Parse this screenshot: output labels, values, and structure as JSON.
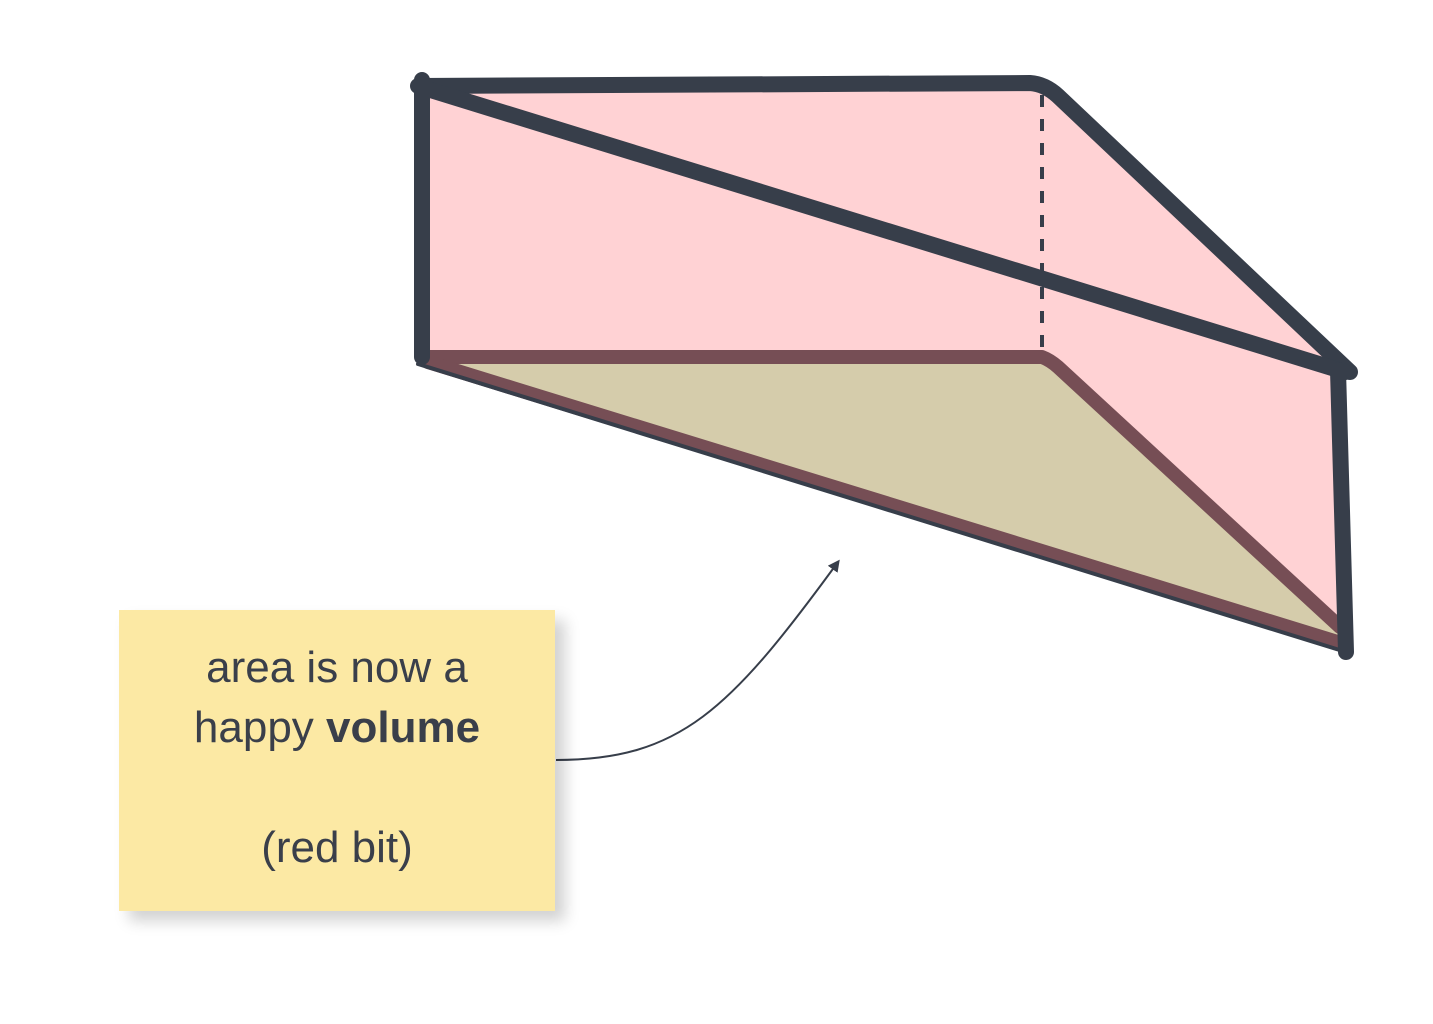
{
  "diagram": {
    "colors": {
      "outline": "#373e4a",
      "wall_fill": "#ffd2d4",
      "floor_fill": "#d5ccab",
      "floor_outline": "#764e55",
      "note_fill": "#fce9a4",
      "text": "#3a3f4a",
      "connector": "#373e4a"
    },
    "shape": "prism"
  },
  "note": {
    "line1": "area is now a",
    "line2_regular": "happy ",
    "line2_bold": "volume",
    "line3": "(red bit)"
  }
}
